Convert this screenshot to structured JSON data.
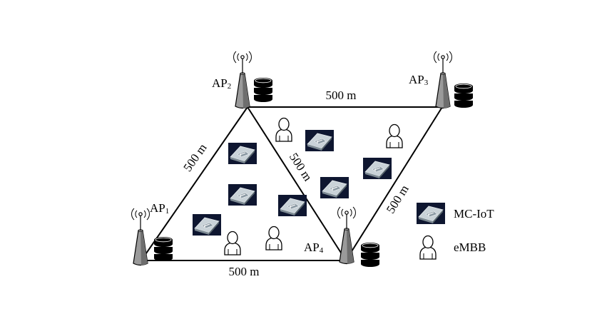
{
  "links": {
    "ap2_ap3": "500 m",
    "ap1_ap4": "500 m",
    "ap1_ap2": "500 m",
    "ap2_ap4": "500 m",
    "ap3_ap4": "500 m"
  },
  "access_points": [
    {
      "id": "ap1",
      "base": "AP",
      "sub": "1"
    },
    {
      "id": "ap2",
      "base": "AP",
      "sub": "2"
    },
    {
      "id": "ap3",
      "base": "AP",
      "sub": "3"
    },
    {
      "id": "ap4",
      "base": "AP",
      "sub": "4"
    }
  ],
  "legend": {
    "iot_label": "MC-IoT",
    "embb_label": "eMBB"
  },
  "icons": {
    "access_point": "antenna-tower-icon",
    "server": "database-stack-icon",
    "iot_device": "mc-iot-device-icon",
    "embb_user": "user-icon"
  },
  "colors": {
    "line": "#000000",
    "tower_fill": "#9a9a9a",
    "tower_dark": "#6e6e6e",
    "iot_dark": "#0e1630",
    "iot_light": "#b9c4cc",
    "user_stroke": "#000000"
  }
}
